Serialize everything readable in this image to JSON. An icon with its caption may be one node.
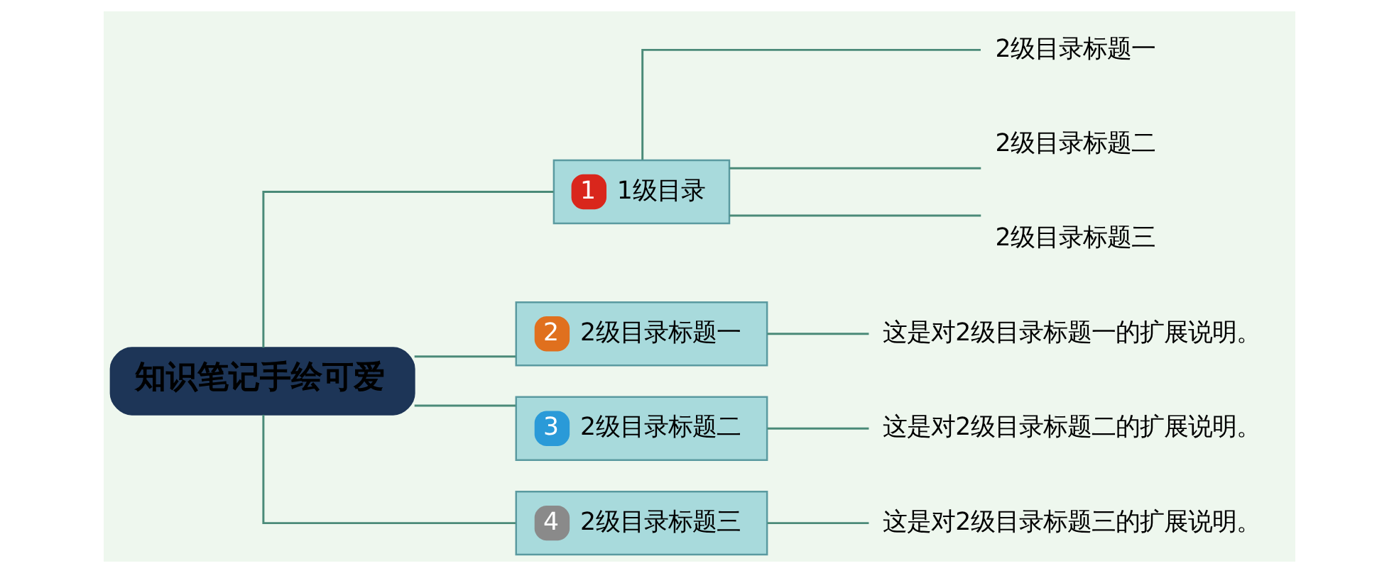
{
  "diagram": {
    "nodes": [
      {
        "text": [
          "知识笔记手绘可爱"
        ]
      },
      {
        "text": [
          "1",
          "1级目录"
        ]
      },
      {
        "text": [
          "2级目录标题一"
        ]
      },
      {
        "text": [
          "2级目录标题二"
        ]
      },
      {
        "text": [
          "2级目录标题三"
        ]
      },
      {
        "text": [
          "2",
          "2级目录标题一"
        ]
      },
      {
        "text": [
          "这是对2级目录标题一的扩展说明。"
        ]
      },
      {
        "text": [
          "3",
          "2级目录标题二"
        ]
      },
      {
        "text": [
          "这是对2级目录标题二的扩展说明。"
        ]
      },
      {
        "text": [
          "4",
          "2级目录标题三"
        ]
      },
      {
        "text": [
          "这是对2级目录标题三的扩展说明。"
        ]
      }
    ],
    "edges": [
      {
        "from": 0,
        "to": 1,
        "arrow": "none"
      },
      {
        "from": 0,
        "to": 5,
        "arrow": "none"
      },
      {
        "from": 0,
        "to": 7,
        "arrow": "none"
      },
      {
        "from": 0,
        "to": 9,
        "arrow": "none"
      },
      {
        "from": 1,
        "to": 2,
        "arrow": "none"
      },
      {
        "from": 1,
        "to": 3,
        "arrow": "none"
      },
      {
        "from": 1,
        "to": 4,
        "arrow": "none"
      },
      {
        "from": 5,
        "to": 6,
        "arrow": "none"
      },
      {
        "from": 7,
        "to": 8,
        "arrow": "none"
      },
      {
        "from": 9,
        "to": 10,
        "arrow": "none"
      }
    ]
  }
}
